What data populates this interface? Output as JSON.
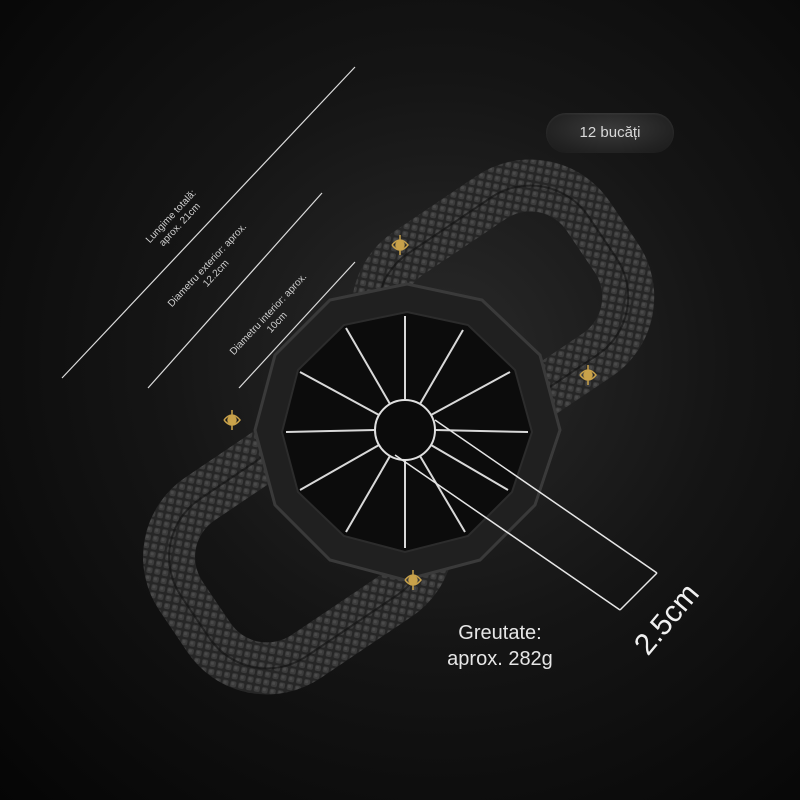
{
  "badge": "12 bucăți",
  "labels": {
    "total_length_line1": "Lungime totală:",
    "total_length_line2": "aprox. 21cm",
    "outer_diameter_line1": "Diametru exterior: aprox.",
    "outer_diameter_line2": "12.2cm",
    "inner_diameter_line1": "Diametru interior: aprox.",
    "inner_diameter_line2": "10cm",
    "weight_line1": "Greutate:",
    "weight_line2": "aprox. 282g",
    "core_size": "2.5cm"
  },
  "colors": {
    "background": "#111111",
    "handle": "#2b2b2b",
    "blade": "#d9d9d9",
    "accent_gold": "#c9a24a",
    "text": "#e6e6e6"
  },
  "product": {
    "blade_count": 12
  }
}
